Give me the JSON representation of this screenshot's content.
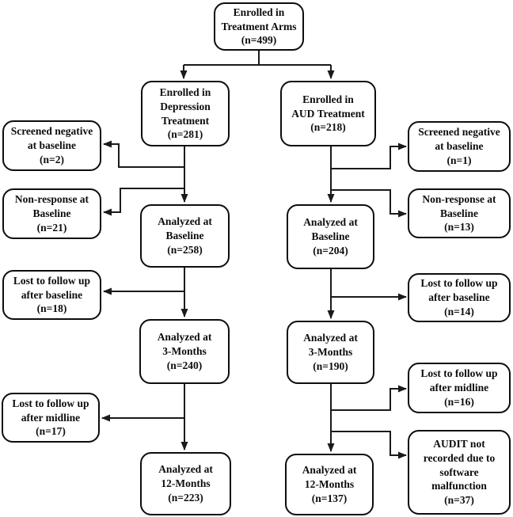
{
  "diagram": {
    "type": "flowchart",
    "description": "Participant flow diagram for treatment arms",
    "colors": {
      "background": "#ffffff",
      "box_fill": "#ffffff",
      "box_border": "#0d0d0d",
      "line": "#1a1a1a",
      "text": "#0d0d0d"
    },
    "nodes": {
      "enrolled_total": {
        "label": "Enrolled in\nTreatment Arms\n(n=499)",
        "n": 499
      },
      "enrolled_depression": {
        "label": "Enrolled in\nDepression\nTreatment\n(n=281)",
        "n": 281
      },
      "enrolled_aud": {
        "label": "Enrolled in\nAUD Treatment\n(n=218)",
        "n": 218
      },
      "dep_screened_negative": {
        "label": "Screened negative\nat baseline\n(n=2)",
        "n": 2
      },
      "dep_non_response": {
        "label": "Non-response at\nBaseline\n(n=21)",
        "n": 21
      },
      "dep_analyzed_baseline": {
        "label": "Analyzed at\nBaseline\n(n=258)",
        "n": 258
      },
      "dep_lost_after_baseline": {
        "label": "Lost to follow up\nafter baseline\n(n=18)",
        "n": 18
      },
      "dep_analyzed_3mo": {
        "label": "Analyzed at\n3-Months\n(n=240)",
        "n": 240
      },
      "dep_lost_after_midline": {
        "label": "Lost to follow up\nafter midline\n(n=17)",
        "n": 17
      },
      "dep_analyzed_12mo": {
        "label": "Analyzed at\n12-Months\n(n=223)",
        "n": 223
      },
      "aud_screened_negative": {
        "label": "Screened negative\nat baseline\n(n=1)",
        "n": 1
      },
      "aud_non_response": {
        "label": "Non-response at\nBaseline\n(n=13)",
        "n": 13
      },
      "aud_analyzed_baseline": {
        "label": "Analyzed at\nBaseline\n(n=204)",
        "n": 204
      },
      "aud_lost_after_baseline": {
        "label": "Lost to follow up\nafter baseline\n(n=14)",
        "n": 14
      },
      "aud_analyzed_3mo": {
        "label": "Analyzed at\n3-Months\n(n=190)",
        "n": 190
      },
      "aud_lost_after_midline": {
        "label": "Lost to follow up\nafter midline\n(n=16)",
        "n": 16
      },
      "aud_audit_not_recorded": {
        "label": "AUDIT not\nrecorded due to\nsoftware\nmalfunction\n(n=37)",
        "n": 37
      },
      "aud_analyzed_12mo": {
        "label": "Analyzed at\n12-Months\n(n=137)",
        "n": 137
      }
    },
    "edges": [
      {
        "from": "enrolled_total",
        "to": "enrolled_depression"
      },
      {
        "from": "enrolled_total",
        "to": "enrolled_aud"
      },
      {
        "from": "enrolled_depression",
        "to": "dep_screened_negative"
      },
      {
        "from": "enrolled_depression",
        "to": "dep_non_response"
      },
      {
        "from": "enrolled_depression",
        "to": "dep_analyzed_baseline"
      },
      {
        "from": "dep_analyzed_baseline",
        "to": "dep_lost_after_baseline"
      },
      {
        "from": "dep_analyzed_baseline",
        "to": "dep_analyzed_3mo"
      },
      {
        "from": "dep_analyzed_3mo",
        "to": "dep_lost_after_midline"
      },
      {
        "from": "dep_analyzed_3mo",
        "to": "dep_analyzed_12mo"
      },
      {
        "from": "enrolled_aud",
        "to": "aud_screened_negative"
      },
      {
        "from": "enrolled_aud",
        "to": "aud_non_response"
      },
      {
        "from": "enrolled_aud",
        "to": "aud_analyzed_baseline"
      },
      {
        "from": "aud_analyzed_baseline",
        "to": "aud_lost_after_baseline"
      },
      {
        "from": "aud_analyzed_baseline",
        "to": "aud_analyzed_3mo"
      },
      {
        "from": "aud_analyzed_3mo",
        "to": "aud_lost_after_midline"
      },
      {
        "from": "aud_analyzed_3mo",
        "to": "aud_audit_not_recorded"
      },
      {
        "from": "aud_analyzed_3mo",
        "to": "aud_analyzed_12mo"
      }
    ]
  }
}
